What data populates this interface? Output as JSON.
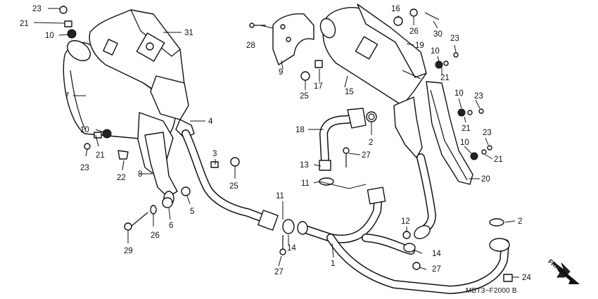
{
  "callouts": [
    {
      "id": "n23a",
      "text": "23"
    },
    {
      "id": "n21a",
      "text": "21"
    },
    {
      "id": "n10a",
      "text": "10"
    },
    {
      "id": "n31",
      "text": "31"
    },
    {
      "id": "n7",
      "text": "7"
    },
    {
      "id": "n4",
      "text": "4"
    },
    {
      "id": "n10b",
      "text": "10"
    },
    {
      "id": "n21b",
      "text": "21"
    },
    {
      "id": "n23b",
      "text": "23"
    },
    {
      "id": "n22",
      "text": "22"
    },
    {
      "id": "n8",
      "text": "8"
    },
    {
      "id": "n3",
      "text": "3"
    },
    {
      "id": "n25a",
      "text": "25"
    },
    {
      "id": "n5",
      "text": "5"
    },
    {
      "id": "n6",
      "text": "6"
    },
    {
      "id": "n26a",
      "text": "26"
    },
    {
      "id": "n29",
      "text": "29"
    },
    {
      "id": "n11a",
      "text": "11"
    },
    {
      "id": "n14a",
      "text": "14"
    },
    {
      "id": "n27a",
      "text": "27"
    },
    {
      "id": "n1",
      "text": "1"
    },
    {
      "id": "n28",
      "text": "28"
    },
    {
      "id": "n9",
      "text": "9"
    },
    {
      "id": "n25b",
      "text": "25"
    },
    {
      "id": "n17",
      "text": "17"
    },
    {
      "id": "n15",
      "text": "15"
    },
    {
      "id": "n18",
      "text": "18"
    },
    {
      "id": "n2a",
      "text": "2"
    },
    {
      "id": "n27b",
      "text": "27"
    },
    {
      "id": "n13",
      "text": "13"
    },
    {
      "id": "n11b",
      "text": "11"
    },
    {
      "id": "n16",
      "text": "16"
    },
    {
      "id": "n26b",
      "text": "26"
    },
    {
      "id": "n30",
      "text": "30"
    },
    {
      "id": "n19",
      "text": "19"
    },
    {
      "id": "n10c",
      "text": "10"
    },
    {
      "id": "n23c",
      "text": "23"
    },
    {
      "id": "n21c",
      "text": "21"
    },
    {
      "id": "n10d",
      "text": "10"
    },
    {
      "id": "n23d",
      "text": "23"
    },
    {
      "id": "n21d",
      "text": "21"
    },
    {
      "id": "n23e",
      "text": "23"
    },
    {
      "id": "n10e",
      "text": "10"
    },
    {
      "id": "n21e",
      "text": "21"
    },
    {
      "id": "n20",
      "text": "20"
    },
    {
      "id": "n12",
      "text": "12"
    },
    {
      "id": "n14b",
      "text": "14"
    },
    {
      "id": "n27c",
      "text": "27"
    },
    {
      "id": "n2b",
      "text": "2"
    },
    {
      "id": "n24",
      "text": "24"
    }
  ],
  "diagram_code": "MBT3−F2000 B",
  "direction_label": "FR."
}
